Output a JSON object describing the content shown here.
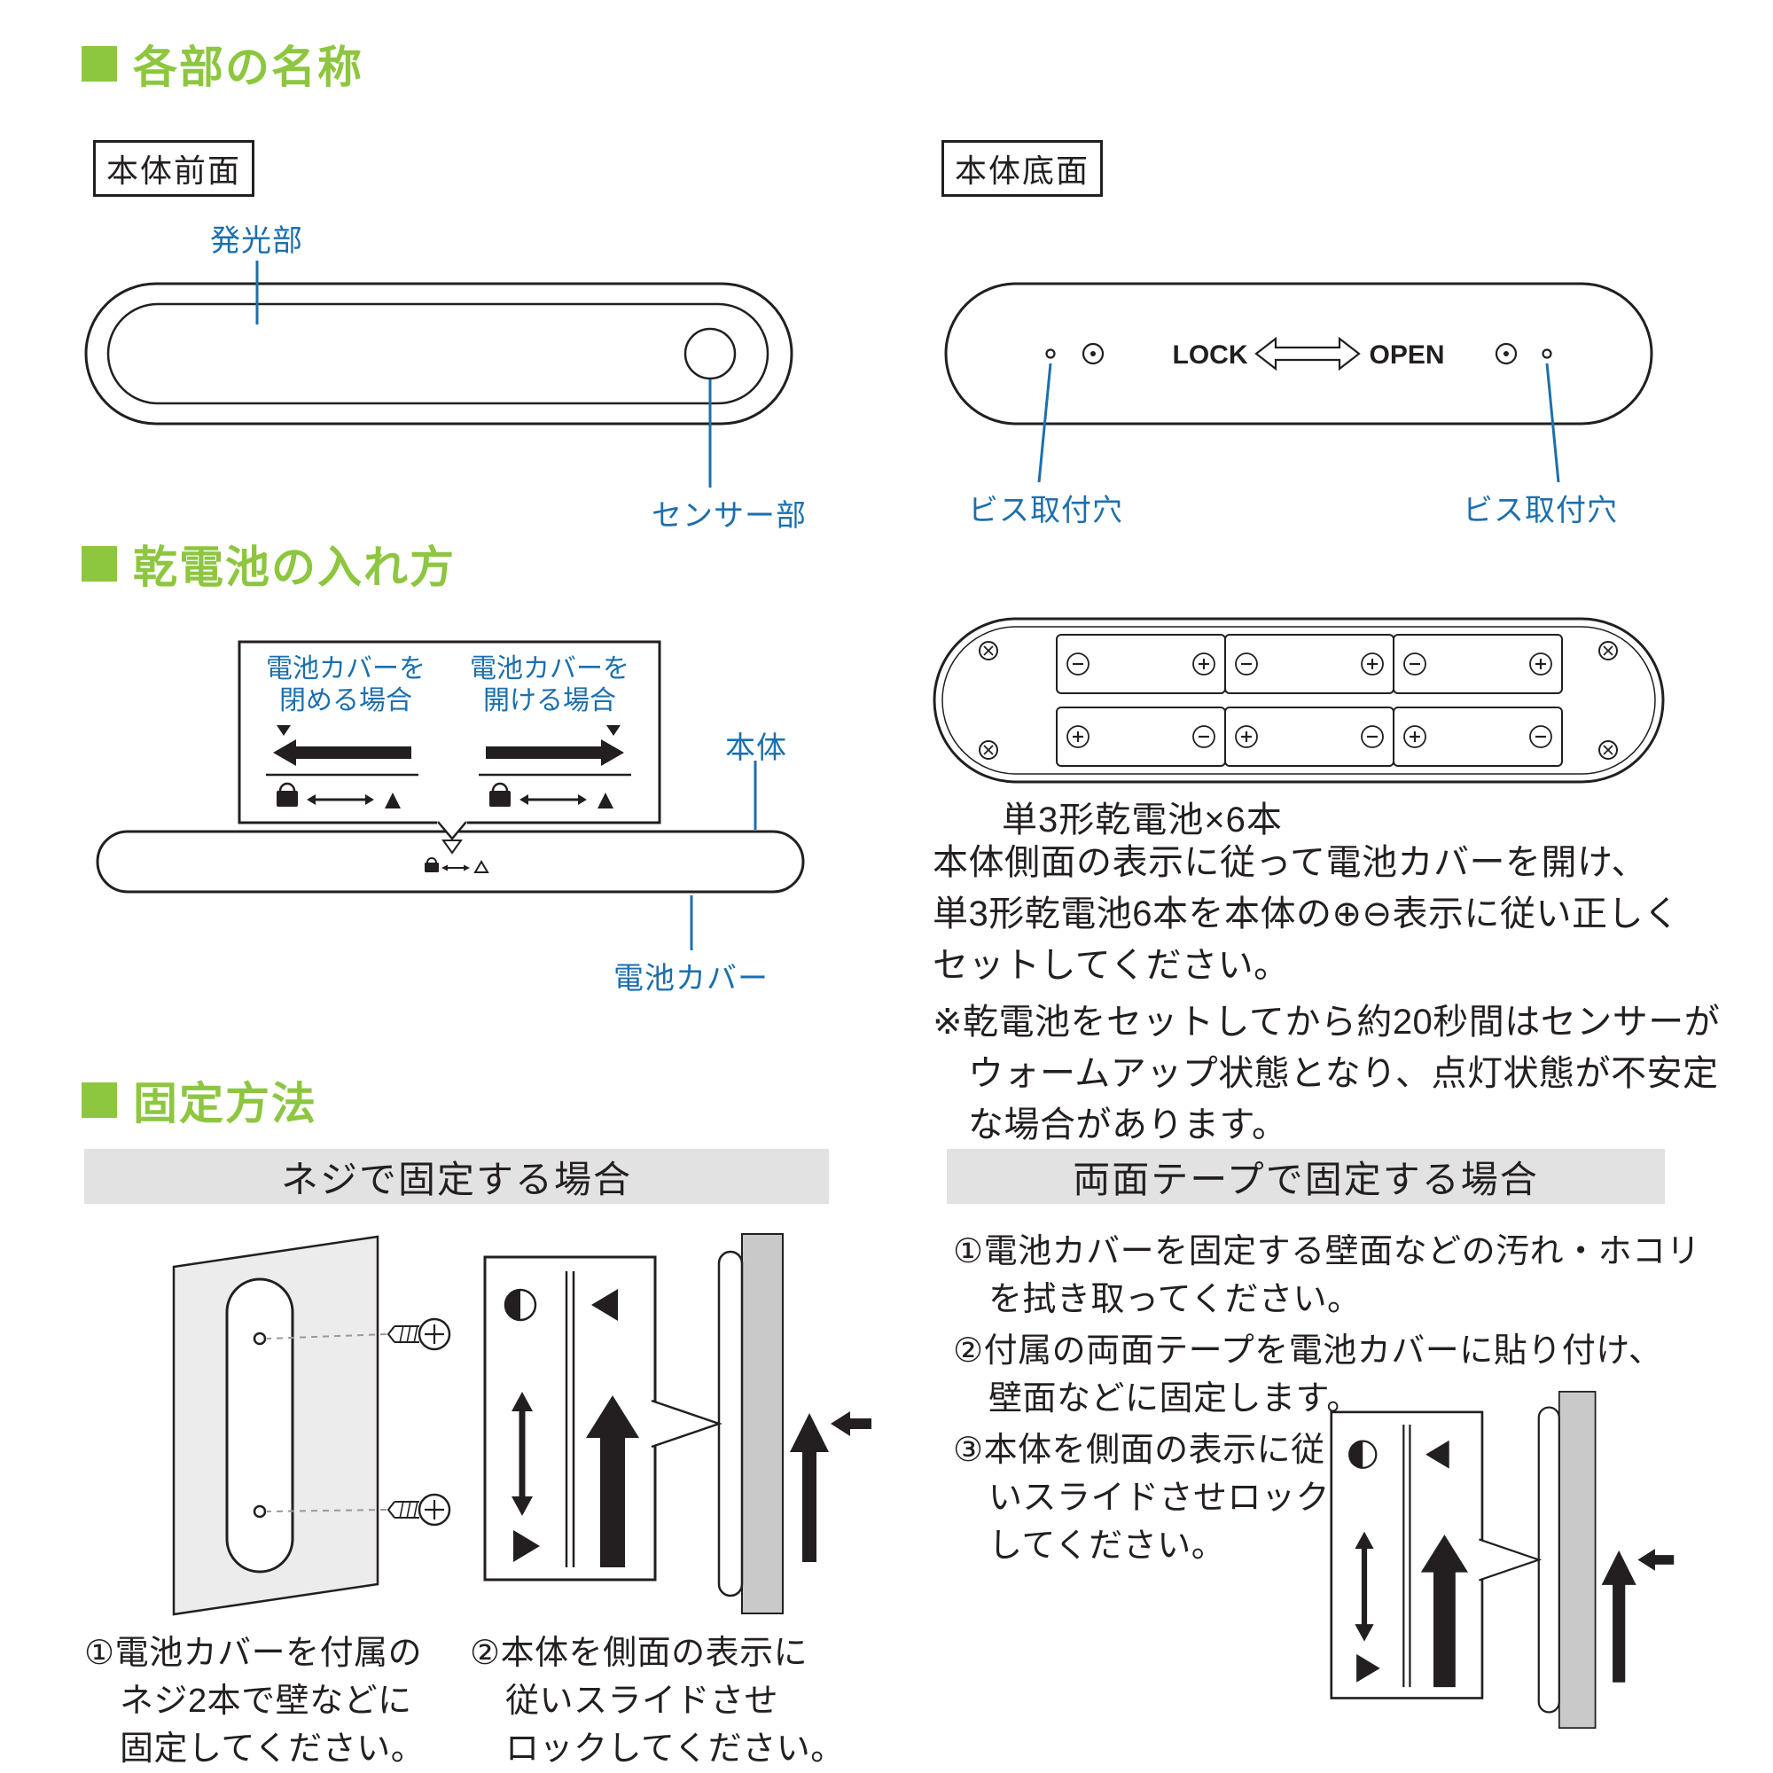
{
  "colors": {
    "heading_green": "#8dc63f",
    "label_blue": "#1c6fad",
    "banner_gray": "#e2e2e2",
    "ink_black": "#231f20",
    "wall_gray": "#c9c9c9"
  },
  "parts_section": {
    "heading": "各部の名称",
    "front_view_label": "本体前面",
    "bottom_view_label": "本体底面",
    "light_emitter_label": "発光部",
    "sensor_label": "センサー部",
    "lock_text": "LOCK",
    "open_text": "OPEN",
    "screw_hole_label_left": "ビス取付穴",
    "screw_hole_label_right": "ビス取付穴"
  },
  "battery_section": {
    "heading": "乾電池の入れ方",
    "close_cover_line1": "電池カバーを",
    "close_cover_line2": "閉める場合",
    "open_cover_line1": "電池カバーを",
    "open_cover_line2": "開ける場合",
    "body_label": "本体",
    "cover_label": "電池カバー",
    "battery_spec": "単3形乾電池×6本",
    "instruction_line1": "本体側面の表示に従って電池カバーを開け、",
    "instruction_line2": "単3形乾電池6本を本体の⊕⊖表示に従い正しく",
    "instruction_line3": "セットしてください。",
    "note_line1": "※乾電池をセットしてから約20秒間はセンサーが",
    "note_line2": "ウォームアップ状態となり、点灯状態が不安定",
    "note_line3": "な場合があります。"
  },
  "mounting_section": {
    "heading": "固定方法",
    "screw_banner": "ネジで固定する場合",
    "tape_banner": "両面テープで固定する場合",
    "screw_step1_line1": "①電池カバーを付属の",
    "screw_step1_line2": "ネジ2本で壁などに",
    "screw_step1_line3": "固定してください。",
    "screw_step2_line1": "②本体を側面の表示に",
    "screw_step2_line2": "従いスライドさせ",
    "screw_step2_line3": "ロックしてください。",
    "tape_step1_line1": "①電池カバーを固定する壁面などの汚れ・ホコリ",
    "tape_step1_line2": "を拭き取ってください。",
    "tape_step2_line1": "②付属の両面テープを電池カバーに貼り付け、",
    "tape_step2_line2": "壁面などに固定します。",
    "tape_step3_line1": "③本体を側面の表示に従",
    "tape_step3_line2": "いスライドさせロック",
    "tape_step3_line3": "してください。"
  }
}
